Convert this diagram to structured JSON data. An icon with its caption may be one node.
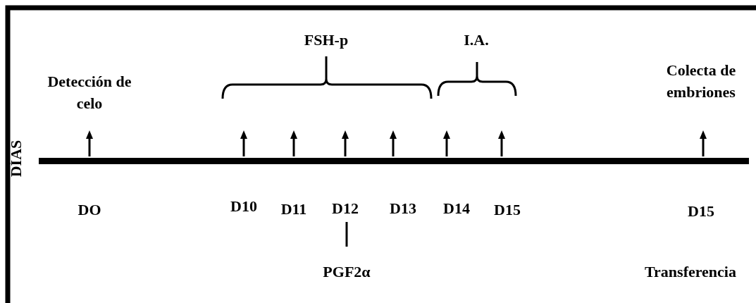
{
  "diagram": {
    "labels": [
      "FSH-p",
      "I.A.",
      "Detección de celo",
      "Colecta de embriones",
      "DÍAS",
      "DO",
      "D10",
      "D11",
      "D12",
      "D13",
      "D14",
      "D15",
      "D15",
      "PGF2α",
      "Transferencia"
    ]
  }
}
